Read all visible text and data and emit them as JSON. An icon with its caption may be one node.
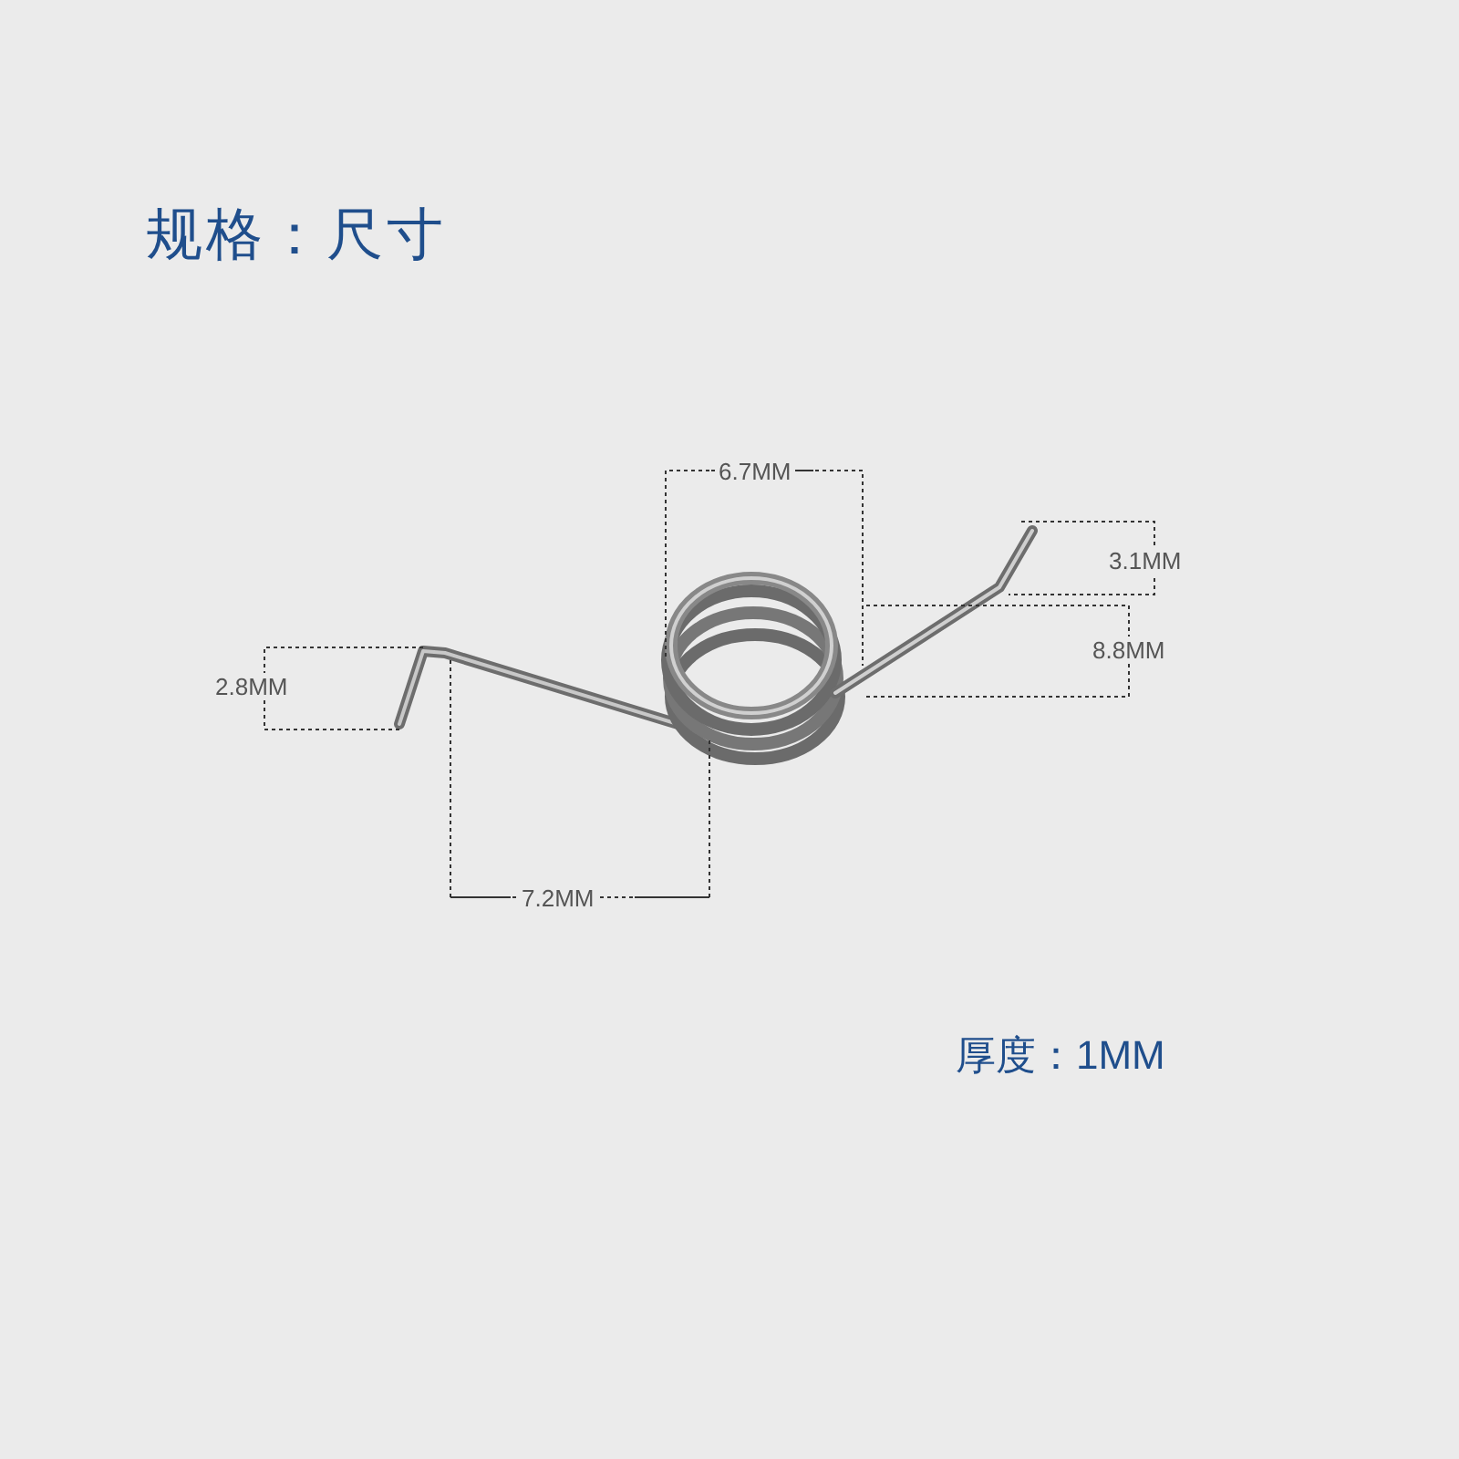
{
  "diagram": {
    "title": "规格：尺寸",
    "labels": [
      "6.7MM",
      "3.1MM",
      "8.8MM",
      "2.8MM",
      "7.2MM",
      "厚度：1MM"
    ]
  }
}
